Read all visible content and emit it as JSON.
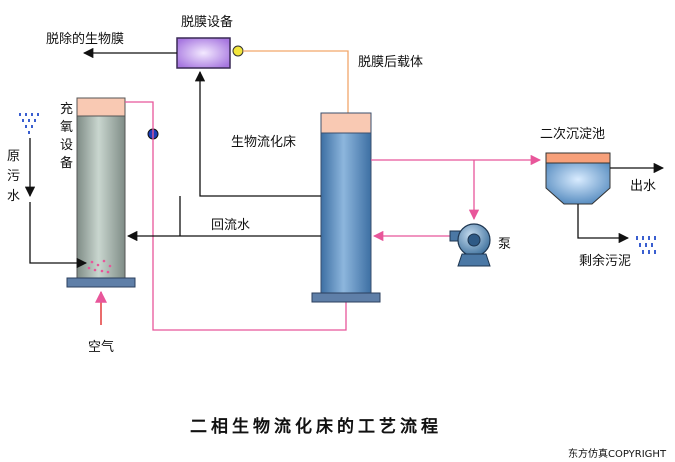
{
  "title": "二相生物流化床的工艺流程",
  "copyright": "东方仿真COPYRIGHT",
  "labels": {
    "stripping_device": "脱膜设备",
    "removed_biofilm": "脱除的生物膜",
    "carrier_after_stripping": "脱膜后载体",
    "oxygenation_device": [
      "充",
      "氧",
      "设",
      "备"
    ],
    "raw_sewage": [
      "原",
      "污",
      "水"
    ],
    "fluidized_bed": "生物流化床",
    "secondary_settling_tank": "二次沉淀池",
    "effluent": "出水",
    "return_water": "回流水",
    "pump": "泵",
    "excess_sludge": "剩余污泥",
    "air": "空气"
  },
  "colors": {
    "water_line": "#111111",
    "recycle_line": "#e8569a",
    "carrier_line": "#f2a66b",
    "column_water": "#5b8fc2",
    "column_top": "#f9c9b3",
    "device": "#b48ce6",
    "base": "#5f7fa8"
  },
  "icons": [
    "pump-icon",
    "water-drops-icon",
    "air-bubbles-icon",
    "arrow-icon"
  ]
}
